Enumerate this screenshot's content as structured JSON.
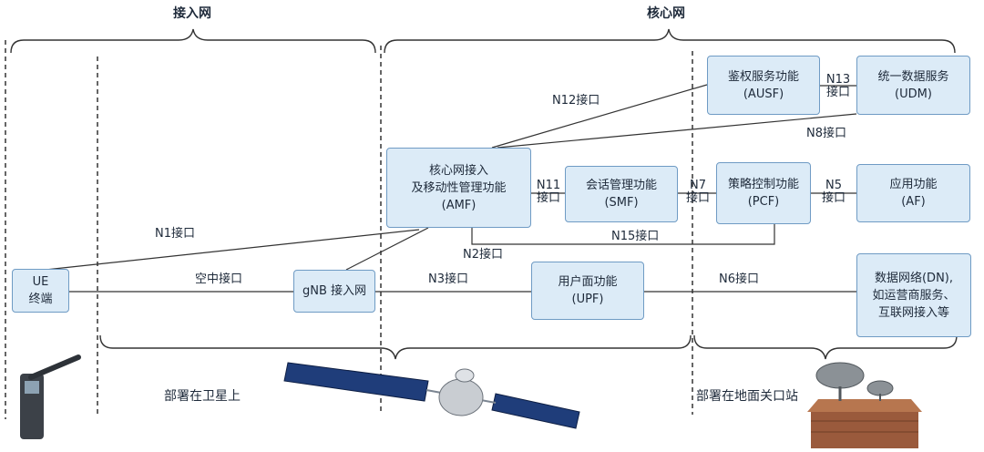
{
  "regions": {
    "access_network": "接入网",
    "core_network": "核心网"
  },
  "deploy": {
    "satellite": "部署在卫星上",
    "ground": "部署在地面关口站"
  },
  "nodes": {
    "ue": {
      "line1": "UE",
      "line2": "终端"
    },
    "gnb": {
      "line1": "gNB 接入网"
    },
    "amf": {
      "line1": "核心网接入",
      "line2": "及移动性管理功能",
      "line3": "(AMF)"
    },
    "smf": {
      "line1": "会话管理功能",
      "line2": "(SMF)"
    },
    "pcf": {
      "line1": "策略控制功能",
      "line2": "(PCF)"
    },
    "af": {
      "line1": "应用功能",
      "line2": "(AF)"
    },
    "ausf": {
      "line1": "鉴权服务功能",
      "line2": "(AUSF)"
    },
    "udm": {
      "line1": "统一数据服务",
      "line2": "(UDM)"
    },
    "upf": {
      "line1": "用户面功能",
      "line2": "(UPF)"
    },
    "dn": {
      "line1": "数据网络(DN),",
      "line2": "如运营商服务、",
      "line3": "互联网接入等"
    }
  },
  "interfaces": {
    "n1": "N1接口",
    "n2": "N2接口",
    "n3": "N3接口",
    "n6": "N6接口",
    "n8": "N8接口",
    "n12": "N12接口",
    "n15": "N15接口",
    "air": "空中接口",
    "n11": {
      "top": "N11",
      "bottom": "接口"
    },
    "n7": {
      "top": "N7",
      "bottom": "接口"
    },
    "n5": {
      "top": "N5",
      "bottom": "接口"
    },
    "n13": {
      "top": "N13",
      "bottom": "接口"
    }
  },
  "colors": {
    "box_fill": "#dcebf7",
    "box_border": "#6f9bc4",
    "line": "#333333"
  }
}
